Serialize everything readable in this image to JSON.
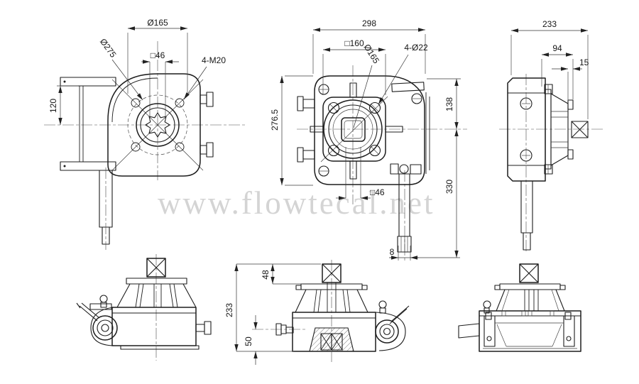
{
  "watermark": {
    "text": "www.flowtecal.net"
  },
  "colors": {
    "line": "#1d1d1d",
    "dimension": "#333333",
    "watermark": "#d4d4d4",
    "background": "#ffffff"
  },
  "views": {
    "top_left": {
      "dims": {
        "bolt_circle": "Ø165",
        "square_bore": "□46",
        "body_diameter": "Ø275",
        "thread_callout": "4-M20",
        "bracket_height": "120"
      }
    },
    "top_middle": {
      "dims": {
        "overall_width": "298",
        "flange_square": "□160",
        "pilot_diameter": "Ø165",
        "hole_callout": "4-Ø22",
        "overall_height": "276.5",
        "top_to_center": "138",
        "center_to_shaft_end": "330",
        "square_bore": "□46",
        "spline_width": "8"
      }
    },
    "top_right": {
      "dims": {
        "overall_depth": "233",
        "housing_depth": "94",
        "shaft_step": "15"
      }
    },
    "bottom_middle": {
      "dims": {
        "overall_height": "233",
        "stub_height": "48",
        "plug_to_base": "50"
      }
    }
  }
}
